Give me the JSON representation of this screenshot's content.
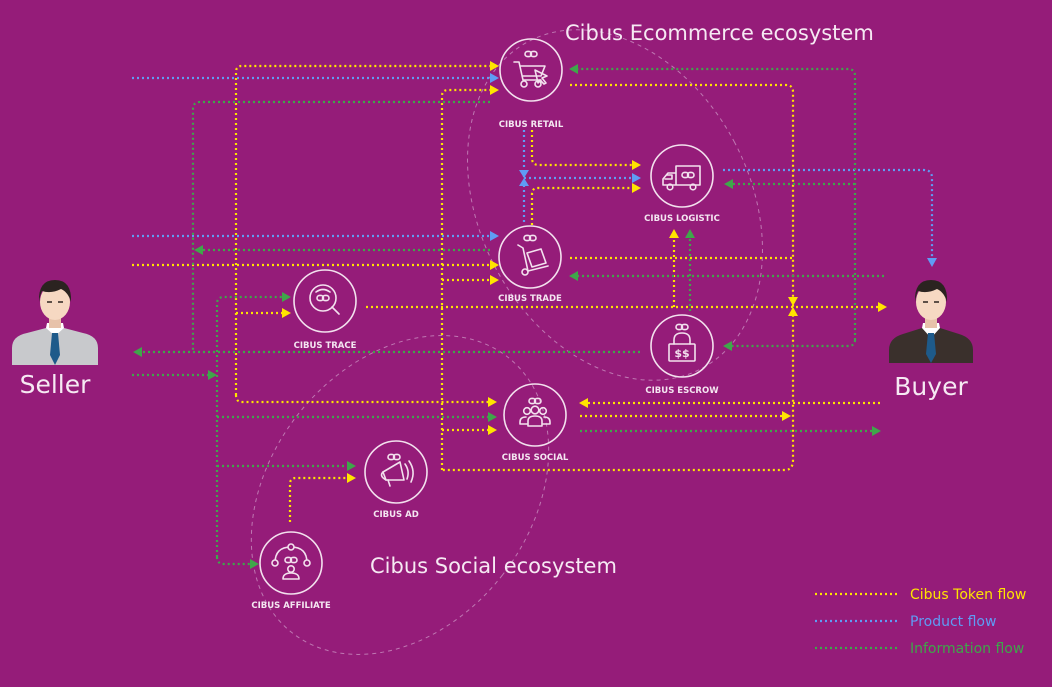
{
  "diagram": {
    "ecosystems": {
      "ecommerce": "Cibus Ecommerce ecosystem",
      "social": "Cibus Social ecosystem"
    },
    "actors": {
      "seller": "Seller",
      "buyer": "Buyer"
    },
    "nodes": {
      "retail": {
        "label": "CIBUS RETAIL",
        "icon": "shopping-cart-icon"
      },
      "logistic": {
        "label": "CIBUS LOGISTIC",
        "icon": "delivery-truck-icon"
      },
      "trade": {
        "label": "CIBUS TRADE",
        "icon": "hand-truck-icon"
      },
      "trace": {
        "label": "CIBUS TRACE",
        "icon": "magnifier-icon"
      },
      "escrow": {
        "label": "CIBUS ESCROW",
        "icon": "padlock-dollar-icon"
      },
      "social": {
        "label": "CIBUS SOCIAL",
        "icon": "people-group-icon"
      },
      "ad": {
        "label": "CIBUS AD",
        "icon": "megaphone-icon"
      },
      "affiliate": {
        "label": "CIBUS AFFILIATE",
        "icon": "network-user-icon"
      }
    },
    "legend": [
      {
        "type": "token",
        "label": "Cibus Token flow",
        "color": "#ffe400"
      },
      {
        "type": "product",
        "label": "Product flow",
        "color": "#5f9cf5"
      },
      {
        "type": "info",
        "label": "Information flow",
        "color": "#3fa64a"
      }
    ],
    "colors": {
      "background": "#951c79",
      "token": "#ffe400",
      "product": "#5f9cf5",
      "info": "#3fa64a"
    }
  }
}
